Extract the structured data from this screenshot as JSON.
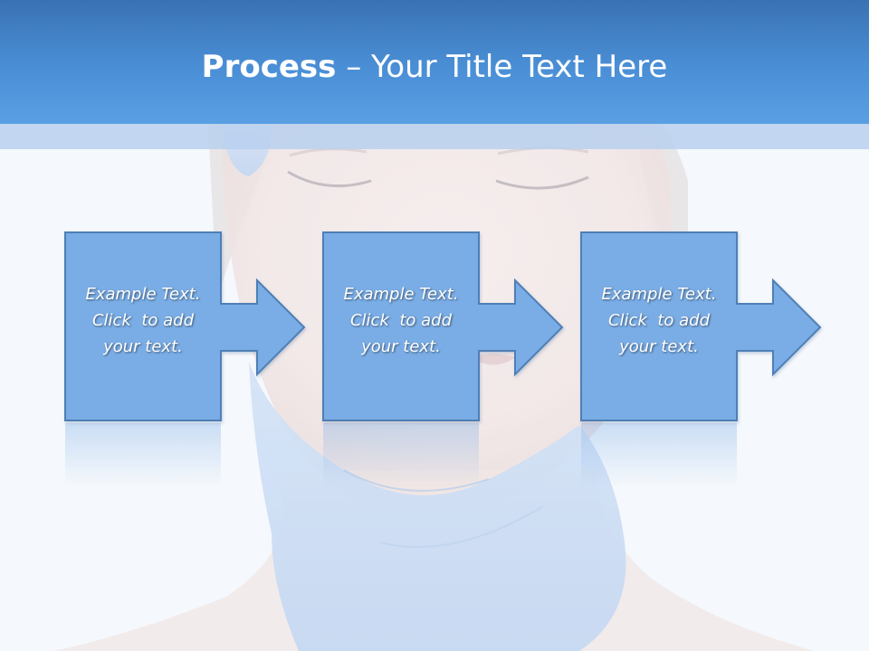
{
  "slide": {
    "title_bold": "Process",
    "title_separator": " – ",
    "title_rest": "Your Title Text Here"
  },
  "steps": [
    {
      "line1": "Example Text.",
      "line2": "Click  to add",
      "line3": "your text."
    },
    {
      "line1": "Example Text.",
      "line2": "Click  to add",
      "line3": "your text."
    },
    {
      "line1": "Example Text.",
      "line2": "Click  to add",
      "line3": "your text."
    }
  ],
  "colors": {
    "header": "#4a8fd6",
    "step_fill": "#7aade6",
    "step_border": "#4f7fb5",
    "glove": "#b8d4f3"
  }
}
